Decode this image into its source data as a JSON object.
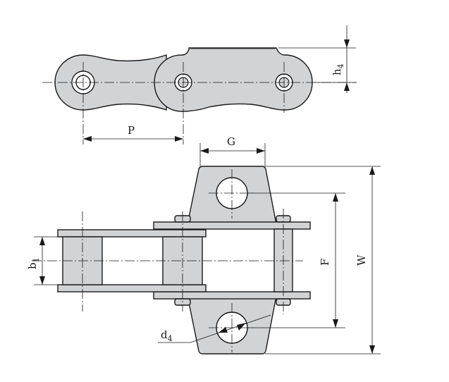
{
  "labels": {
    "h4": {
      "main": "h",
      "sub": "4"
    },
    "p": {
      "main": "P"
    },
    "g": {
      "main": "G"
    },
    "b1": {
      "main": "b",
      "sub": "1"
    },
    "f": {
      "main": "F"
    },
    "w": {
      "main": "W"
    },
    "d4": {
      "main": "d",
      "sub": "4"
    }
  },
  "colors": {
    "part_fill": "#d2d3d5",
    "line": "#1a1a1a"
  }
}
